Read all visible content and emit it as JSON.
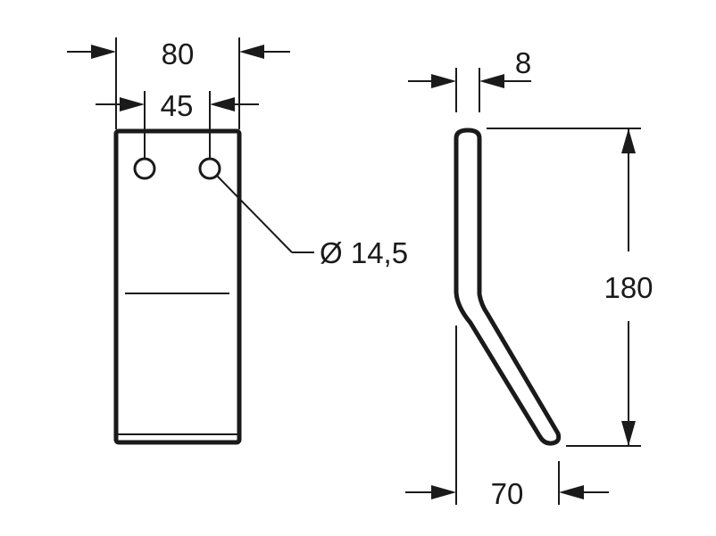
{
  "drawing": {
    "front_view": {
      "width_label": "80",
      "hole_spacing_label": "45",
      "hole_diameter_label": "Ø 14,5"
    },
    "side_view": {
      "thickness_label": "8",
      "height_label": "180",
      "offset_label": "70"
    },
    "colors": {
      "line": "#1a1a1a",
      "background": "#ffffff"
    }
  }
}
